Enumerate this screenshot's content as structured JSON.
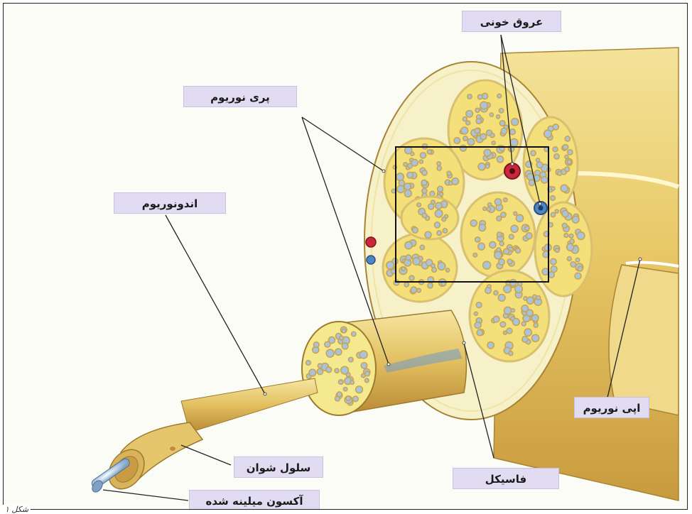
{
  "labels": {
    "blood_vessels": "عروق خونی",
    "perineurium": "پری نوریوم",
    "endoneurium": "اندونوریوم",
    "epineurium": "اپی نوریوم",
    "schwann_cell": "سلول شوان",
    "fascicle": "فاسیکل",
    "myelinated_axon": "آکسون میلینه شده"
  },
  "caption": "شکل ۱",
  "colors": {
    "label_bg": "#e2dcf2",
    "nerve_yellow": "#e9cf74",
    "fascicle_fill": "#f3e07a",
    "artery": "#c8283a",
    "vein": "#4d86c6",
    "axon_blue": "#9fbfdc"
  }
}
